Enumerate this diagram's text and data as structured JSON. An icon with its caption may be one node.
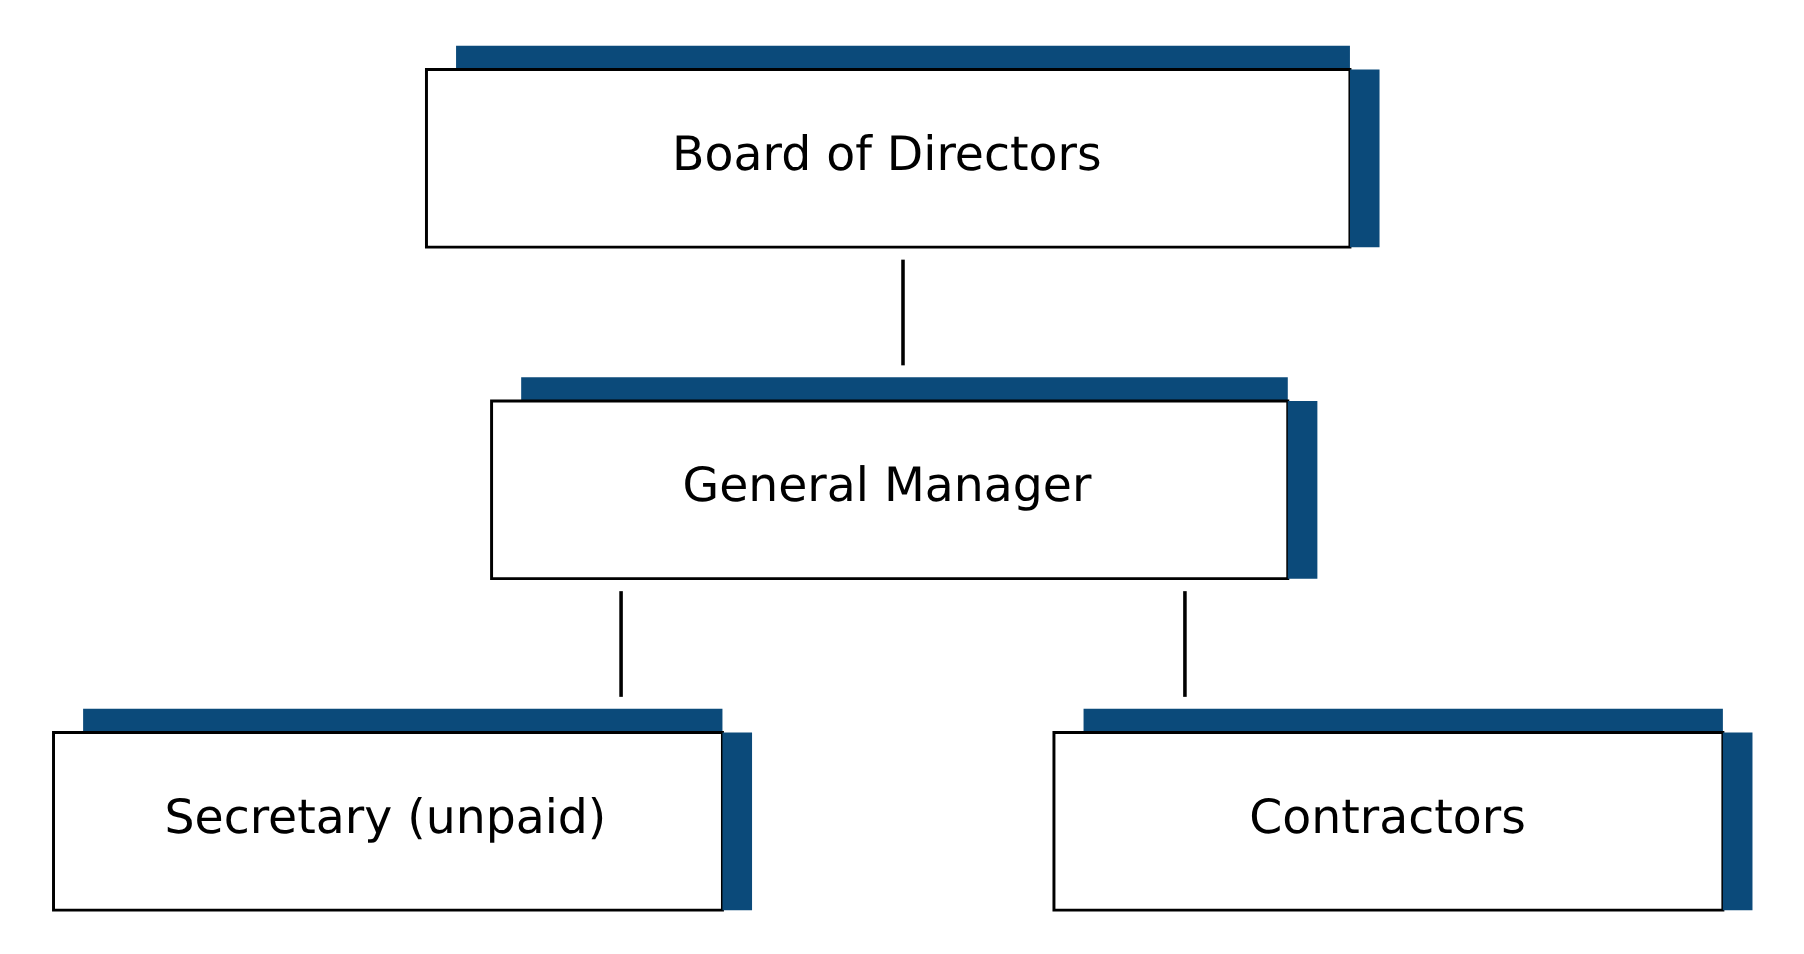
{
  "diagram": {
    "nodes": [
      {
        "text": [
          "Board of Directors"
        ]
      },
      {
        "text": [
          "General Manager"
        ]
      },
      {
        "text": [
          "Secretary (unpaid)"
        ]
      },
      {
        "text": [
          "Contractors"
        ]
      }
    ],
    "edges": [
      {
        "from": 0,
        "to": 1,
        "arrow": "none"
      },
      {
        "from": 1,
        "to": 2,
        "arrow": "none"
      },
      {
        "from": 1,
        "to": 3,
        "arrow": "none"
      }
    ]
  }
}
